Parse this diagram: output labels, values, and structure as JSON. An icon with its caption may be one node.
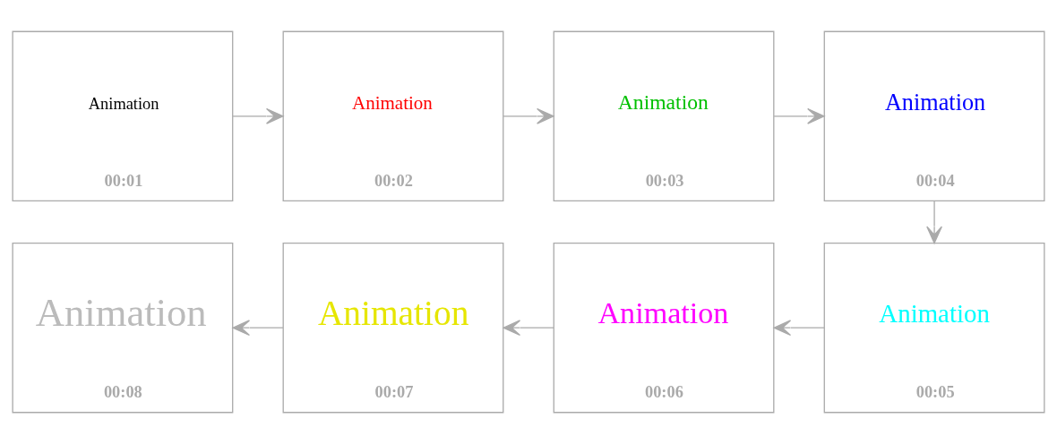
{
  "diagram": {
    "nodes": [
      {
        "text": [
          "Animation",
          "00:01"
        ]
      },
      {
        "text": [
          "Animation",
          "00:02"
        ]
      },
      {
        "text": [
          "Animation",
          "00:03"
        ]
      },
      {
        "text": [
          "Animation",
          "00:04"
        ]
      },
      {
        "text": [
          "Animation",
          "00:05"
        ]
      },
      {
        "text": [
          "Animation",
          "00:06"
        ]
      },
      {
        "text": [
          "Animation",
          "00:07"
        ]
      },
      {
        "text": [
          "Animation",
          "00:08"
        ]
      }
    ],
    "edges": [
      {
        "from": 0,
        "to": 1,
        "arrow": "to"
      },
      {
        "from": 1,
        "to": 2,
        "arrow": "to"
      },
      {
        "from": 2,
        "to": 3,
        "arrow": "to"
      },
      {
        "from": 3,
        "to": 4,
        "arrow": "to"
      },
      {
        "from": 4,
        "to": 5,
        "arrow": "to"
      },
      {
        "from": 5,
        "to": 6,
        "arrow": "to"
      },
      {
        "from": 6,
        "to": 7,
        "arrow": "to"
      }
    ]
  }
}
